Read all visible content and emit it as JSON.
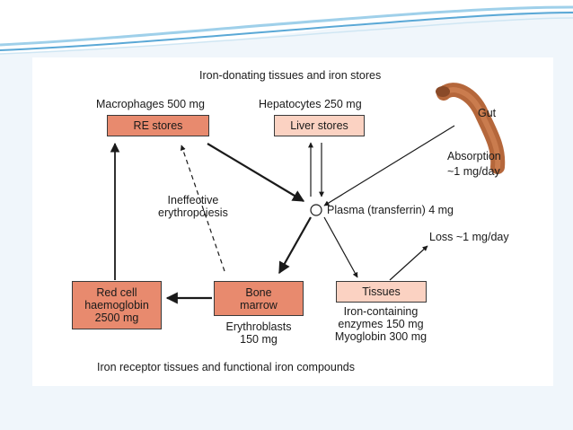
{
  "diagram": {
    "top_heading": "Iron-donating tissues and iron stores",
    "bottom_heading": "Iron receptor tissues and functional iron compounds",
    "macrophages_label": "Macrophages 500 mg",
    "hepatocytes_label": "Hepatocytes 250 mg",
    "re_stores": "RE stores",
    "liver_stores": "Liver stores",
    "gut": "Gut",
    "absorption": "Absorption",
    "absorption_rate": "~1 mg/day",
    "ineffective": "Ineffective\nerythropoiesis",
    "plasma": "Plasma (transferrin) 4 mg",
    "loss": "Loss ~1 mg/day",
    "red_cell": "Red cell\nhaemoglobin\n2500 mg",
    "bone_marrow": "Bone\nmarrow",
    "tissues": "Tissues",
    "erythroblasts": "Erythroblasts\n150 mg",
    "iron_enzymes": "Iron-containing\nenzymes 150 mg\nMyoglobin 300 mg"
  },
  "colors": {
    "box_dark": "#e88a6e",
    "box_light": "#fbd2c2",
    "gut": "#b5673b",
    "slide_accent": "#5aa8d6"
  }
}
